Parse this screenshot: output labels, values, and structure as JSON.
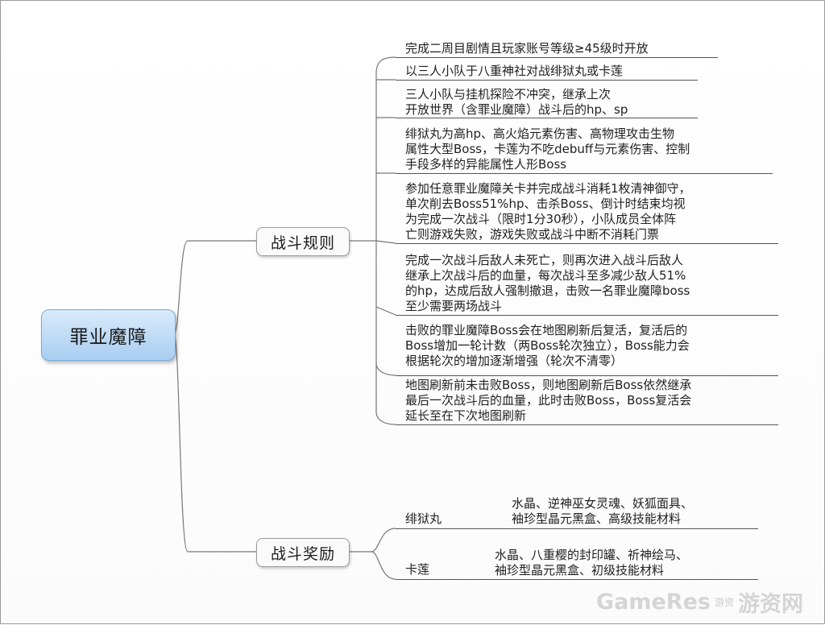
{
  "root": {
    "label": "罪业魔障"
  },
  "branches": {
    "rules": {
      "label": "战斗规则",
      "items": [
        "完成二周目剧情且玩家账号等级≥45级时开放",
        "以三人小队于八重神社对战绯狱丸或卡莲",
        "三人小队与挂机探险不冲突，继承上次\n开放世界（含罪业魔障）战斗后的hp、sp",
        "绯狱丸为高hp、高火焰元素伤害、高物理攻击生物\n属性大型Boss，卡莲为不吃debuff与元素伤害、控制\n手段多样的异能属性人形Boss",
        "参加任意罪业魔障关卡并完成战斗消耗1枚清神御守，\n单次削去Boss51%hp、击杀Boss、倒计时结束均视\n为完成一次战斗（限时1分30秒），小队成员全体阵\n亡则游戏失败，游戏失败或战斗中断不消耗门票",
        "完成一次战斗后敌人未死亡，则再次进入战斗后敌人\n继承上次战斗后的血量，每次战斗至多减少敌人51%\n的hp，达成后敌人强制撤退，击败一名罪业魔障boss\n至少需要两场战斗",
        "击败的罪业魔障Boss会在地图刷新后复活，复活后的\nBoss增加一轮计数（两Boss轮次独立），Boss能力会\n根据轮次的增加逐渐增强（轮次不清零）",
        "地图刷新前未击败Boss，则地图刷新后Boss依然继承\n最后一次战斗后的血量，此时击败Boss，Boss复活会\n延长至在下次地图刷新"
      ]
    },
    "rewards": {
      "label": "战斗奖励",
      "items": [
        {
          "boss": "绯狱丸",
          "reward": "水晶、逆神巫女灵魂、妖狐面具、\n袖珍型晶元黑盒、高级技能材料"
        },
        {
          "boss": "卡莲",
          "reward": "水晶、八重樱的封印罐、祈神绘马、\n袖珍型晶元黑盒、初级技能材料"
        }
      ]
    }
  },
  "watermark": {
    "brand": "GameRes",
    "sep": "游资",
    "site": "游资网"
  }
}
